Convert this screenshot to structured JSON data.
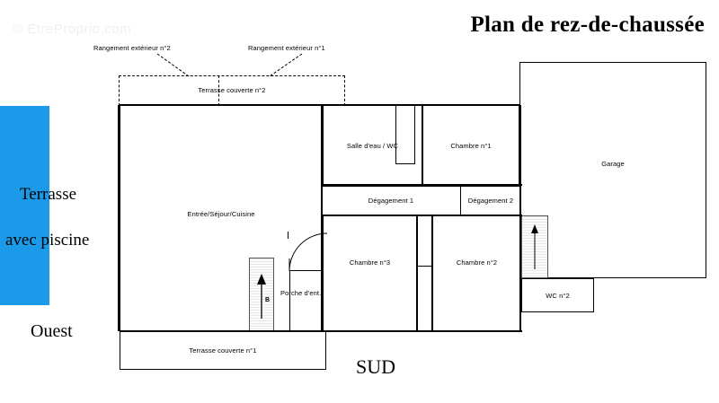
{
  "document": {
    "title": "Plan de rez-de-chaussée",
    "watermark": "© EtreProprio.com",
    "type": "floor-plan"
  },
  "orientation": {
    "west": "Ouest",
    "south": "SUD"
  },
  "exterior": {
    "pool": {
      "label_line1": "Terrasse",
      "label_line2": "avec piscine",
      "color": "#1a9ae8"
    }
  },
  "annotations": [
    {
      "id": "rangement-2",
      "label": "Rangement extérieur n°2"
    },
    {
      "id": "rangement-1",
      "label": "Rangement extérieur n°1"
    }
  ],
  "rooms": [
    {
      "id": "terrasse-couverte-2",
      "label": "Terrasse couverte n°2",
      "style": "dashed"
    },
    {
      "id": "entree-sejour-cuisine",
      "label": "Entrée/Séjour/Cuisine"
    },
    {
      "id": "salle-eau-wc",
      "label": "Salle d'eau / WC"
    },
    {
      "id": "chambre-1",
      "label": "Chambre n°1"
    },
    {
      "id": "degagement-1",
      "label": "Dégagement 1"
    },
    {
      "id": "degagement-2",
      "label": "Dégagement 2"
    },
    {
      "id": "chambre-3",
      "label": "Chambre n°3"
    },
    {
      "id": "chambre-2",
      "label": "Chambre n°2"
    },
    {
      "id": "garage",
      "label": "Garage"
    },
    {
      "id": "wc-2",
      "label": "WC n°2"
    },
    {
      "id": "porche-entree",
      "label": "Porche d'ent."
    },
    {
      "id": "terrasse-couverte-1",
      "label": "Terrasse couverte n°1"
    }
  ],
  "features": {
    "stair_left_marker": "B",
    "stair_left_name": "staircase-up",
    "stair_right_name": "staircase-up",
    "door_swing_name": "door-swing-arc"
  }
}
